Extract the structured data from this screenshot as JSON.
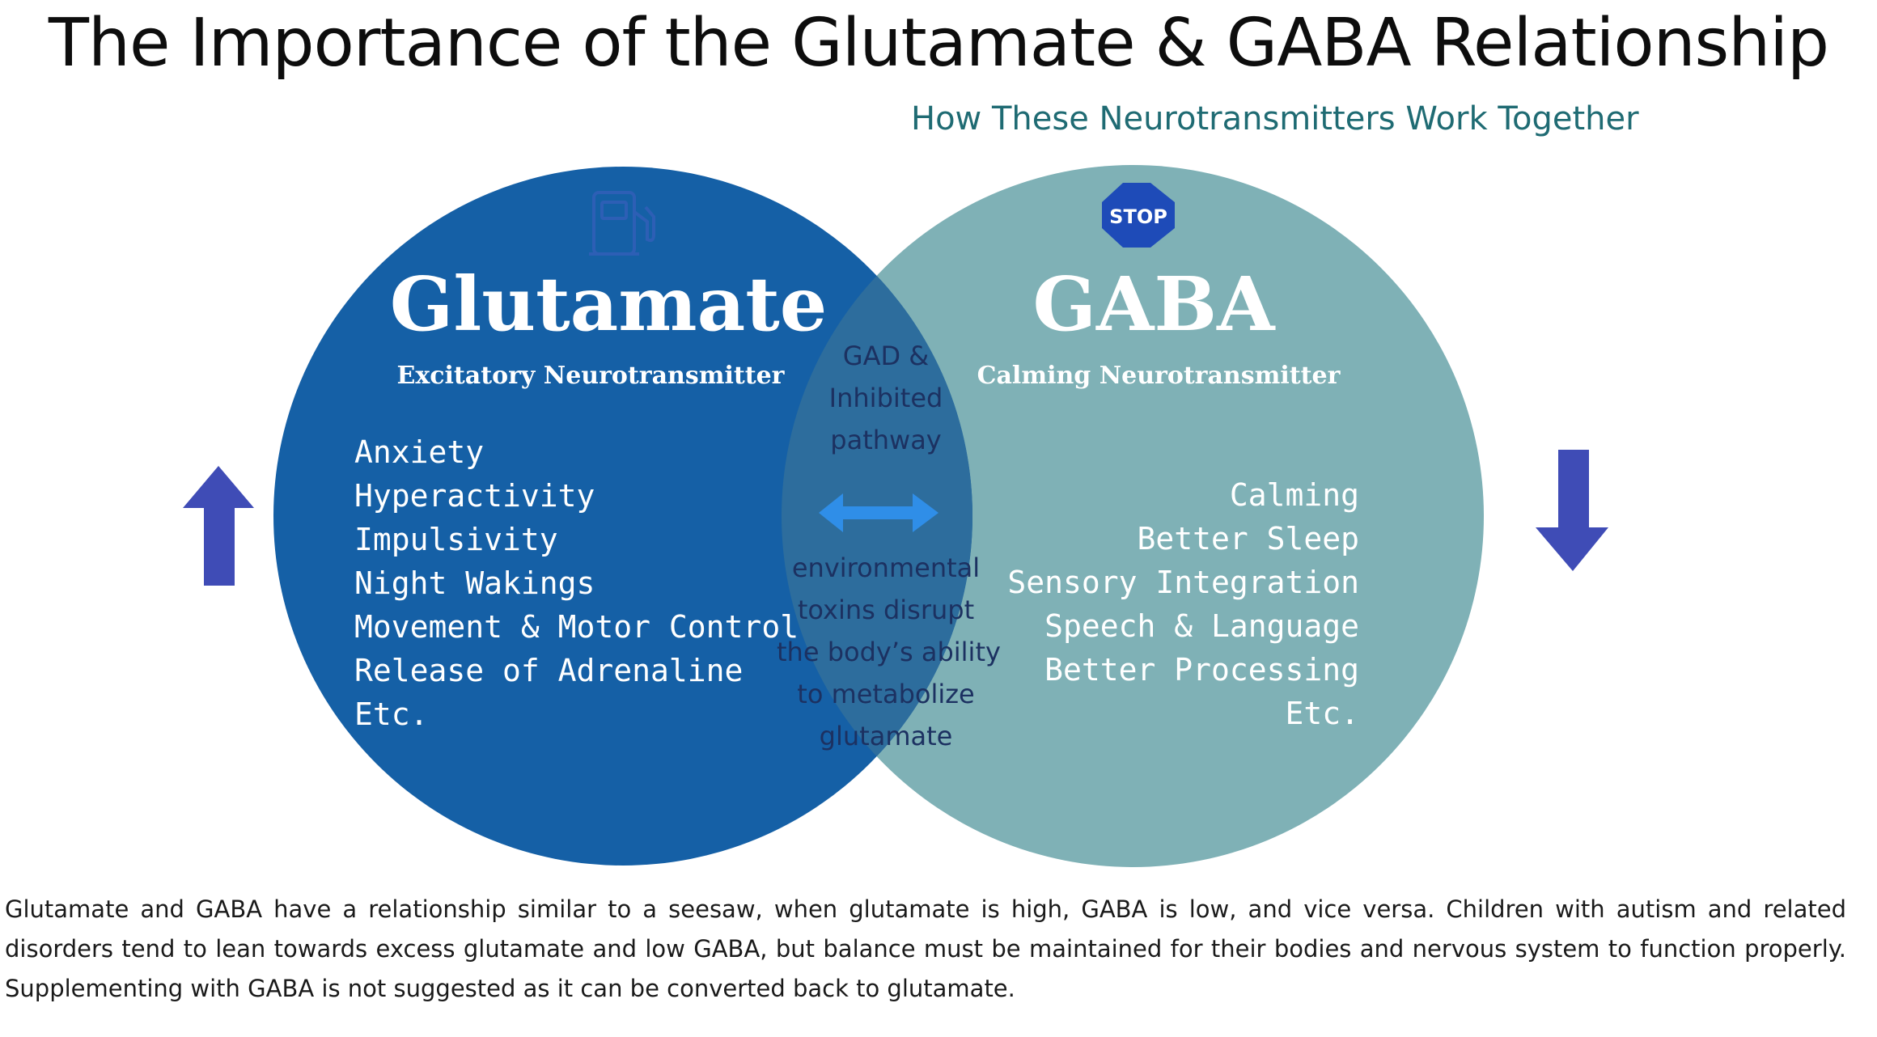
{
  "title": "The Importance of the Glutamate & GABA Relationship",
  "subtitle": "How These Neurotransmitters Work Together",
  "colors": {
    "glutamate_circle": "#1560a6",
    "gaba_circle": "#7fb1b6",
    "overlap": "#2d6d9d",
    "arrow_up": "#3f4cb6",
    "arrow_down": "#3f4cb6",
    "double_arrow": "#2f8ee8",
    "stop_sign": "#1e4bb8",
    "center_text": "#1c3161",
    "subtitle": "#1f6b73"
  },
  "glutamate": {
    "name": "Glutamate",
    "role": "Excitatory Neurotransmitter",
    "icon": "fuel-pump-icon",
    "effects": [
      "Anxiety",
      "Hyperactivity",
      "Impulsivity",
      "Night Wakings",
      "Movement & Motor Control",
      "Release of Adrenaline",
      "Etc."
    ],
    "indicator": "arrow-up-icon"
  },
  "gaba": {
    "name": "GABA",
    "role": "Calming Neurotransmitter",
    "icon": "stop-sign-icon",
    "icon_label": "STOP",
    "effects": [
      "Calming",
      "Better Sleep",
      "Sensory Integration",
      "Speech & Language",
      "Better Processing",
      "Etc."
    ],
    "indicator": "arrow-down-icon"
  },
  "overlap": {
    "top_lines": [
      "GAD &",
      "Inhibited",
      "pathway"
    ],
    "bottom_lines": [
      "environmental",
      "toxins disrupt",
      "the body’s ability",
      "to metabolize",
      "glutamate"
    ],
    "icon": "double-arrow-icon"
  },
  "caption": "Glutamate and GABA have a relationship similar to a seesaw, when glutamate is high, GABA is low, and vice versa.  Children with autism and related disorders tend to lean towards excess glutamate and low GABA, but balance must be maintained for their bodies and nervous system to function properly.  Supplementing with GABA is not suggested as it can be converted back to glutamate."
}
